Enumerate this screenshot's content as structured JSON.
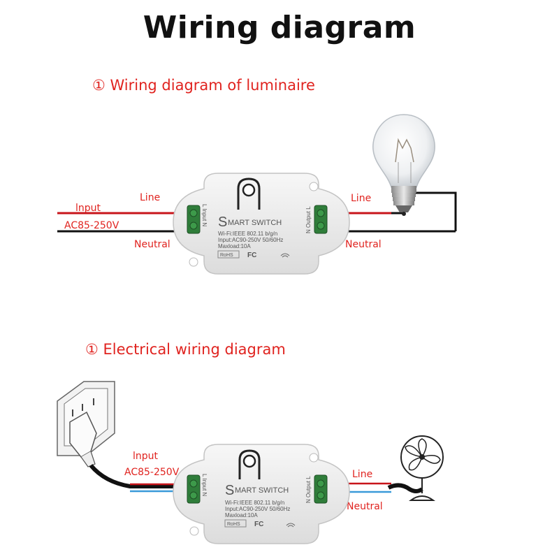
{
  "title": "Wiring diagram",
  "section1": {
    "heading": "① Wiring diagram of luminaire",
    "input_label": "lnput",
    "voltage_label": "AC85-250V",
    "line_in_label": "Line",
    "neutral_in_label": "Neutral",
    "line_out_label": "Line",
    "neutral_out_label": "Neutral"
  },
  "section2": {
    "heading": "① Electrical wiring diagram",
    "input_label": "lnput",
    "voltage_label": "AC85-250V",
    "line_out_label": "Line",
    "neutral_out_label": "Neutral"
  },
  "device": {
    "brand_initial": "S",
    "brand_rest": "MART SWITCH",
    "spec_wifi": "Wi-Fi:IEEE 802.11 b/g/n",
    "spec_input": "Input:AC90-250V 50/60Hz",
    "spec_maxload": "Maxload:10A",
    "terminal_in_l": "L",
    "terminal_in_word": "Input",
    "terminal_in_n": "N",
    "terminal_out_l": "L",
    "terminal_out_word": "Output",
    "terminal_out_n": "N",
    "cert_rohs": "RoHS",
    "cert_fc": "FC"
  },
  "colors": {
    "red_text": "#e0231f",
    "wire_red": "#c8151b",
    "wire_blue": "#3a9ad9",
    "wire_black": "#111111",
    "terminal_green": "#2f7d3a",
    "case_gray": "#ececec"
  }
}
